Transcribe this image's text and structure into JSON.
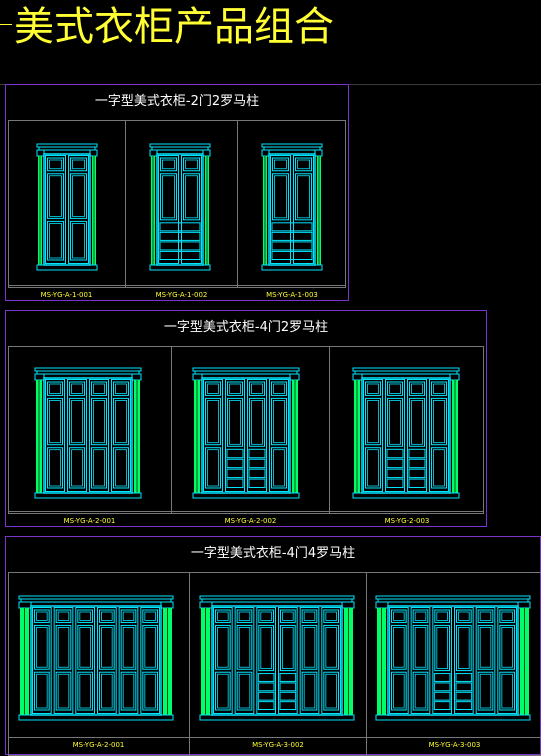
{
  "title": "美式衣柜产品组合",
  "colors": {
    "frame": "#00e5ff",
    "column": "#00ff66",
    "panel_border": "#7a33cc",
    "code": "#ffff33"
  },
  "groups": [
    {
      "title": "一字型美式衣柜-2门2罗马柱",
      "items": [
        {
          "code": "MS-YG-A-1-001",
          "cols": 2,
          "drawers": false
        },
        {
          "code": "MS-YG-A-1-002",
          "cols": 2,
          "drawers": true
        },
        {
          "code": "MS-YG-A-1-003",
          "cols": 2,
          "drawers": true
        }
      ]
    },
    {
      "title": "一字型美式衣柜-4门2罗马柱",
      "items": [
        {
          "code": "MS-YG-A-2-001",
          "cols": 4,
          "drawers": false
        },
        {
          "code": "MS-YG-A-2-002",
          "cols": 4,
          "drawers": true
        },
        {
          "code": "MS-YG-2-003",
          "cols": 4,
          "drawers": true
        }
      ]
    },
    {
      "title": "一字型美式衣柜-4门4罗马柱",
      "items": [
        {
          "code": "MS-YG-A-2-001",
          "cols": 6,
          "drawers": false
        },
        {
          "code": "MS-YG-A-3-002",
          "cols": 6,
          "drawers": true
        },
        {
          "code": "MS-YG-A-3-003",
          "cols": 6,
          "drawers": true
        }
      ]
    }
  ]
}
